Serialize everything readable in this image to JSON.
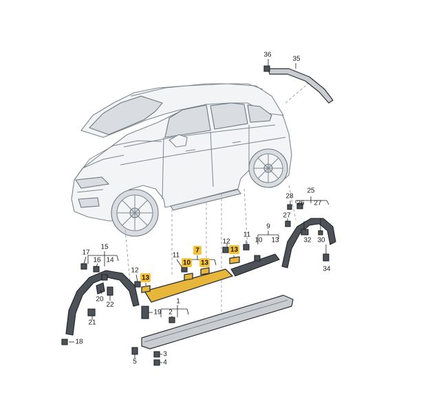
{
  "diagram": {
    "callouts": [
      {
        "id": "36",
        "highlight": false
      },
      {
        "id": "35",
        "highlight": false
      },
      {
        "id": "28",
        "highlight": false
      },
      {
        "id": "25",
        "highlight": false
      },
      {
        "id": "26",
        "highlight": false
      },
      {
        "id": "27",
        "highlight": false
      },
      {
        "id": "27b",
        "text": "27",
        "highlight": false
      },
      {
        "id": "11a",
        "text": "11",
        "highlight": false
      },
      {
        "id": "9",
        "highlight": false
      },
      {
        "id": "12a",
        "text": "12",
        "highlight": false
      },
      {
        "id": "13a",
        "text": "13",
        "highlight": true
      },
      {
        "id": "10a",
        "text": "10",
        "highlight": false
      },
      {
        "id": "13b",
        "text": "13",
        "highlight": false
      },
      {
        "id": "32",
        "highlight": false
      },
      {
        "id": "30",
        "highlight": false
      },
      {
        "id": "34",
        "highlight": false
      },
      {
        "id": "7",
        "highlight": true
      },
      {
        "id": "11b",
        "text": "11",
        "highlight": false
      },
      {
        "id": "10b",
        "text": "10",
        "highlight": true
      },
      {
        "id": "13c",
        "text": "13",
        "highlight": true
      },
      {
        "id": "15",
        "highlight": false
      },
      {
        "id": "17",
        "highlight": false
      },
      {
        "id": "16",
        "highlight": false
      },
      {
        "id": "14",
        "highlight": false
      },
      {
        "id": "12b",
        "text": "12",
        "highlight": false
      },
      {
        "id": "13d",
        "text": "13",
        "highlight": true
      },
      {
        "id": "20",
        "highlight": false
      },
      {
        "id": "22",
        "highlight": false
      },
      {
        "id": "21",
        "highlight": false
      },
      {
        "id": "1",
        "highlight": false
      },
      {
        "id": "19",
        "highlight": false
      },
      {
        "id": "2",
        "highlight": false
      },
      {
        "id": "18",
        "highlight": false
      },
      {
        "id": "3",
        "highlight": false
      },
      {
        "id": "5",
        "highlight": false
      },
      {
        "id": "4",
        "highlight": false
      }
    ],
    "colors": {
      "highlight": "#f5c23a",
      "part_highlight": "#e7b63a",
      "part_grey": "#c9cdd1",
      "part_dark": "#4c5258",
      "car_outline": "#7c868f"
    }
  }
}
